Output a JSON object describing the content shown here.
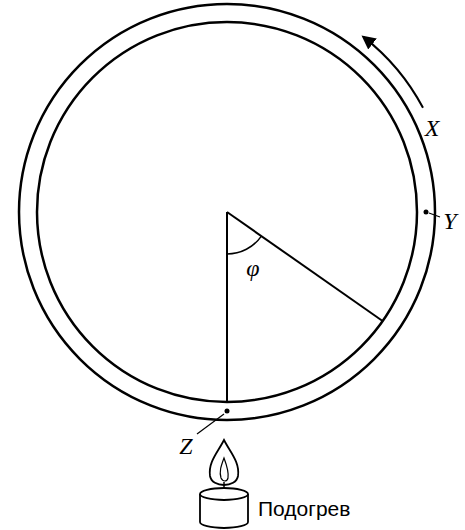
{
  "diagram": {
    "labels": [
      "X",
      "Y",
      "Z",
      "φ",
      "Подогрев"
    ]
  }
}
